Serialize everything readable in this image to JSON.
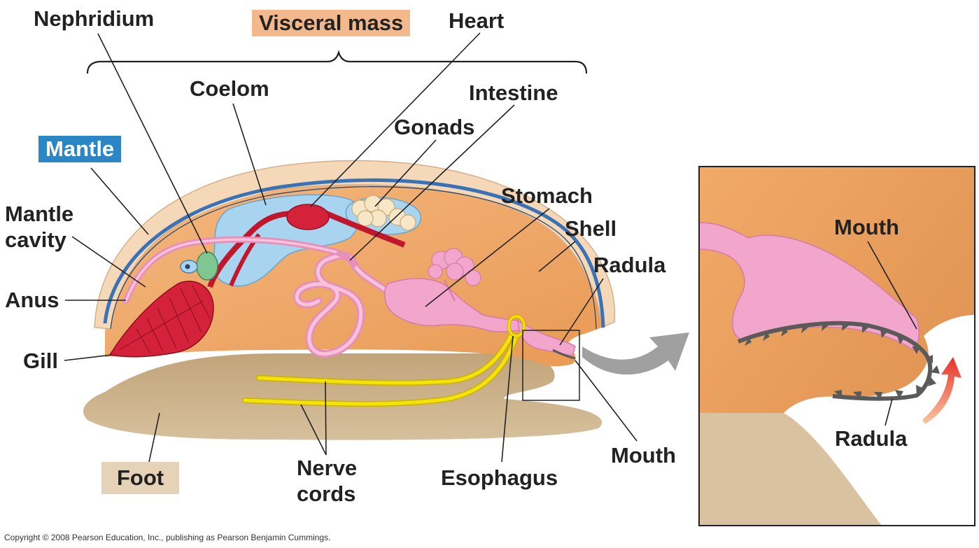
{
  "labels": {
    "nephridium": "Nephridium",
    "visceral_mass": "Visceral mass",
    "heart": "Heart",
    "coelom": "Coelom",
    "intestine": "Intestine",
    "gonads": "Gonads",
    "mantle": "Mantle",
    "stomach": "Stomach",
    "mantle_cavity_line1": "Mantle",
    "mantle_cavity_line2": "cavity",
    "shell": "Shell",
    "radula": "Radula",
    "anus": "Anus",
    "gill": "Gill",
    "foot": "Foot",
    "nerve_cords_line1": "Nerve",
    "nerve_cords_line2": "cords",
    "esophagus": "Esophagus",
    "mouth": "Mouth",
    "inset_mouth": "Mouth",
    "inset_radula": "Radula"
  },
  "copyright": "Copyright © 2008 Pearson Education, Inc., publishing as Pearson Benjamin Cummings.",
  "colors": {
    "visceral_mass": "#f0a868",
    "shell": "#f5d8b8",
    "mantle": "#3a72b8",
    "foot": "#c9ae85",
    "coelom": "#a9d4ef",
    "gut": "#f2a6cc",
    "heart": "#d3223a",
    "gill": "#d3223a",
    "nerve_cords": "#f5e20a",
    "radula": "#5a5a5a",
    "arrow": "#a0a0a0"
  }
}
